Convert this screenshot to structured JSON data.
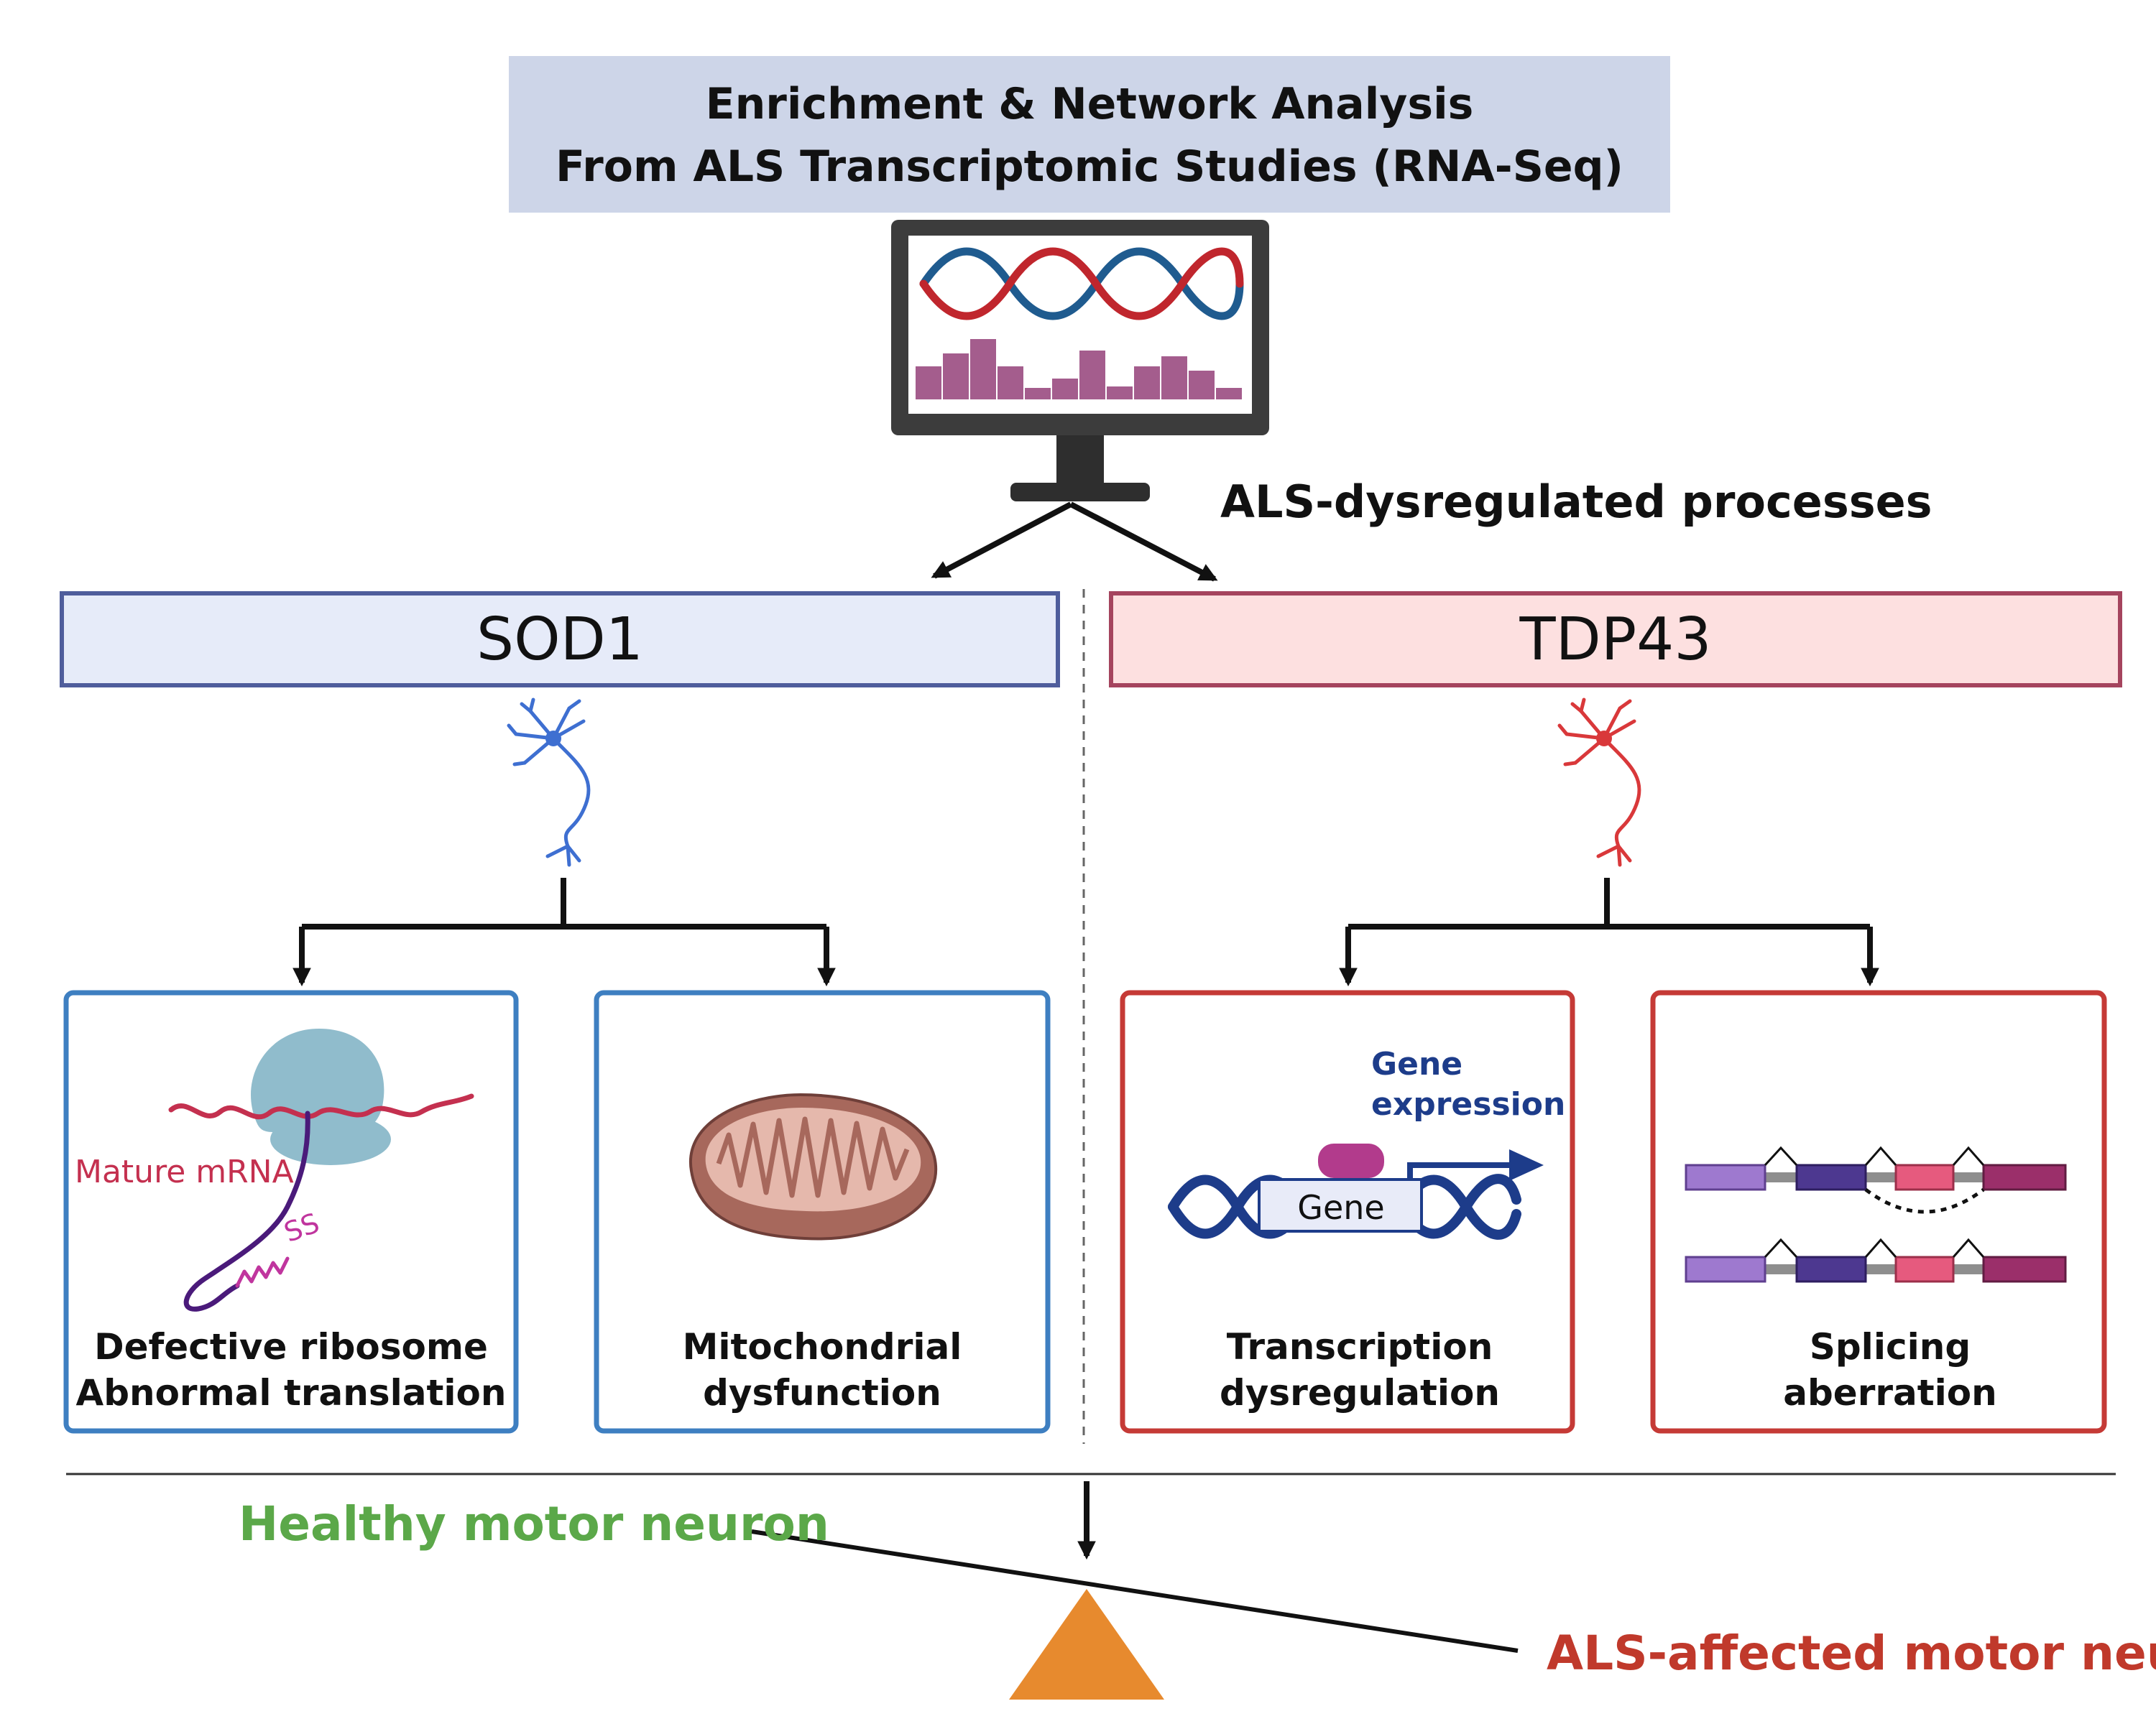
{
  "header": {
    "line1": "Enrichment & Network Analysis",
    "line2": "From ALS Transcriptomic Studies (RNA-Seq)"
  },
  "processes_label": "ALS-dysregulated processes",
  "sod1": {
    "title": "SOD1",
    "ribosome": {
      "mrna_label": "Mature mRNA",
      "ss_label": "SS",
      "caption_line1": "Defective ribosome",
      "caption_line2": "Abnormal translation"
    },
    "mito": {
      "caption_line1": "Mitochondrial",
      "caption_line2": "dysfunction"
    }
  },
  "tdp43": {
    "title": "TDP43",
    "transcription": {
      "gene_label": "Gene",
      "expr_line1": "Gene",
      "expr_line2": "expression",
      "caption_line1": "Transcription",
      "caption_line2": "dysregulation"
    },
    "splicing": {
      "caption_line1": "Splicing",
      "caption_line2": "aberration"
    }
  },
  "balance": {
    "healthy_label": "Healthy motor neuron",
    "affected_label": "ALS-affected motor neuron"
  },
  "colors": {
    "header_bg": "#cdd5e8",
    "sod1_bg": "#e6ebf9",
    "sod1_border": "#4f5d9c",
    "tdp43_bg": "#fde0e0",
    "tdp43_border": "#a5445e",
    "blue_box": "#3e7fc1",
    "red_box": "#c53a36",
    "healthy": "#5ba849",
    "affected": "#c0392b",
    "fulcrum": "#e78a2e",
    "histogram": "#a45d8d"
  }
}
